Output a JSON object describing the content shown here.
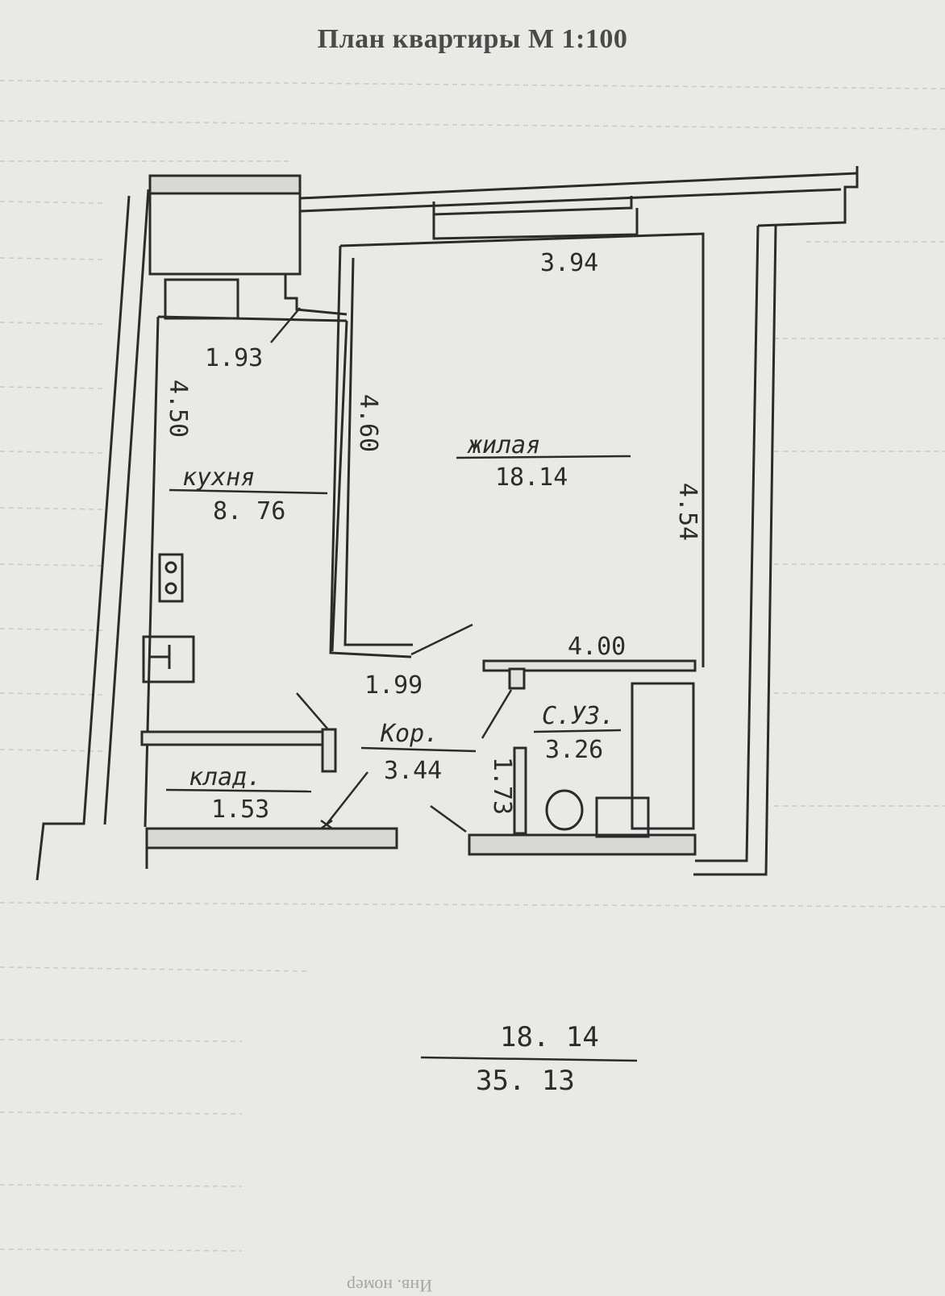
{
  "title": "План квартиры М 1:100",
  "rooms": {
    "kitchen": {
      "name": "кухня",
      "area": "8. 76",
      "dims": [
        "1.93",
        "4.50"
      ]
    },
    "living": {
      "name": "жилая",
      "area": "18.14",
      "dims": [
        "3.94",
        "4.60",
        "4.54",
        "4.00",
        "1.99"
      ]
    },
    "bathroom": {
      "name": "С.У3.",
      "area": "3.26"
    },
    "corridor": {
      "name": "Кор.",
      "area": "3.44",
      "dims": [
        "1.73"
      ]
    },
    "storage": {
      "name": "клад.",
      "area": "1.53"
    }
  },
  "summary": {
    "living": "18. 14",
    "total": "35. 13"
  },
  "footer_faint": "Инв. номер"
}
